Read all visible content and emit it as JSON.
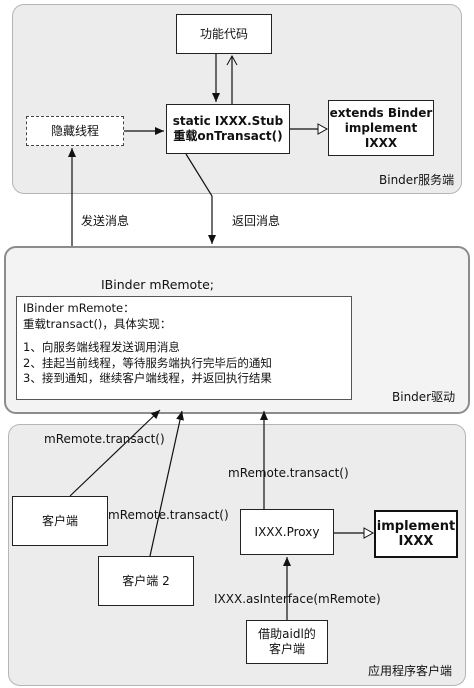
{
  "server_region": {
    "label": "Binder服务端",
    "func_code": "功能代码",
    "hidden_thread": "隐藏线程",
    "stub_line1": "static IXXX.Stub",
    "stub_line2": "重载onTransact()",
    "binder_line1": "extends Binder",
    "binder_line2": "implement IXXX"
  },
  "arrows": {
    "send_msg": "发送消息",
    "return_msg": "返回消息"
  },
  "driver_region": {
    "label": "Binder驱动",
    "ibinder_top": "IBinder mRemote;",
    "impl_lines": [
      "IBinder mRemote：",
      "重载transact()，具体实现：",
      "",
      "1、向服务端线程发送调用消息",
      "2、挂起当前线程，等待服务端执行完毕后的通知",
      "3、接到通知，继续客户端线程，并返回执行结果"
    ]
  },
  "client_region": {
    "label": "应用程序客户端",
    "client1": "客户端",
    "client2": "客户端 2",
    "proxy": "IXXX.Proxy",
    "implement_line1": "implement",
    "implement_line2": "IXXX",
    "aidl_line1": "借助aidl的",
    "aidl_line2": "客户端",
    "transact1": "mRemote.transact()",
    "transact2": "mRemote.transact()",
    "transact3": "mRemote.transact()",
    "as_interface": "IXXX.asInterface(mRemote)"
  }
}
